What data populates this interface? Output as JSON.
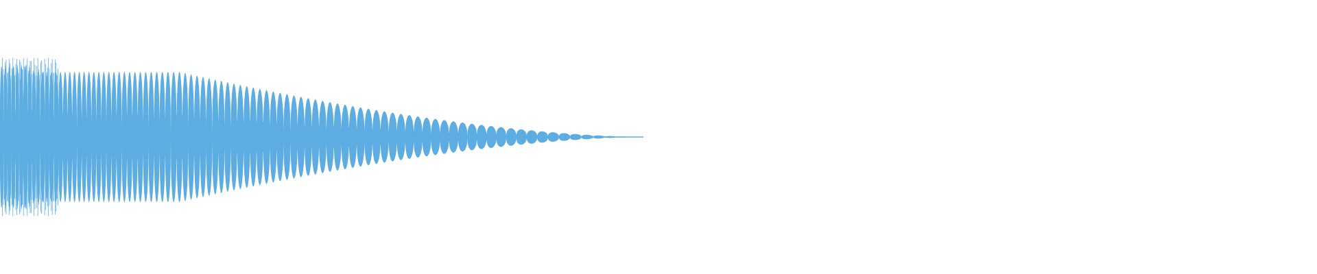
{
  "waveform": {
    "color": "#5DADE2",
    "background": "#FFFFFF",
    "description_shape": "decaying sine burst envelope",
    "cycles": 55,
    "peak_amplitude": 0.55,
    "sustain_fraction": 0.28,
    "decay_end_fraction": 0.49
  }
}
